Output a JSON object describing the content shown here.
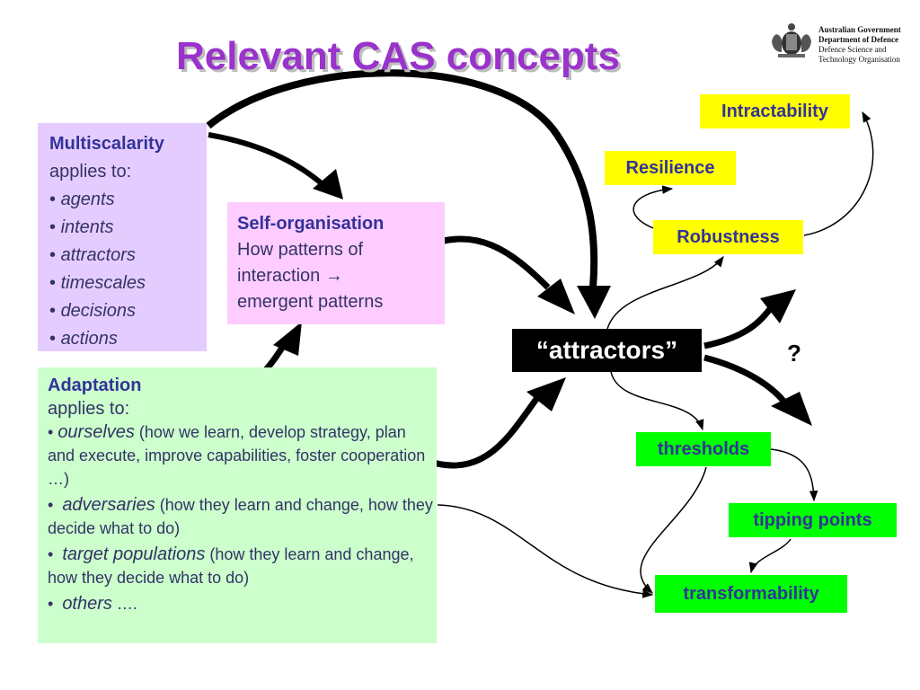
{
  "title": "Relevant CAS concepts",
  "logo": {
    "line1": "Australian Government",
    "line2": "Department of Defence",
    "line3": "Defence Science and",
    "line4": "Technology Organisation",
    "icon": "coat-of-arms-crest"
  },
  "multiscalarity": {
    "heading": "Multiscalarity",
    "applies": "applies to:",
    "items": [
      "agents",
      "intents",
      "attractors",
      "timescales",
      "decisions",
      "actions"
    ]
  },
  "self_organisation": {
    "heading": "Self-organisation",
    "line1": "How patterns of",
    "line2": "interaction →",
    "line3": "emergent patterns"
  },
  "adaptation": {
    "heading": "Adaptation",
    "applies": "applies to:",
    "item1_term": "ourselves",
    "item1_desc": " (how we learn, develop strategy, plan and execute, improve capabilities, foster cooperation …)",
    "item2_term": "adversaries",
    "item2_desc": " (how they learn and change, how they decide what to do)",
    "item3_term": "target populations",
    "item3_desc": " (how they learn and change, how they decide what to do)",
    "item4_term": "others",
    "item4_desc": " …."
  },
  "attractors": "“attractors”",
  "question": "?",
  "concepts": {
    "intractability": "Intractability",
    "resilience": "Resilience",
    "robustness": "Robustness",
    "thresholds": "thresholds",
    "tipping_points": "tipping points",
    "transformability": "transformability"
  },
  "colors": {
    "title": "#9933cc",
    "multiscalarity_bg": "#e5ccff",
    "self_organisation_bg": "#ffccff",
    "adaptation_bg": "#ccffcc",
    "yellow_tag": "#ffff00",
    "green_tag": "#00ff00",
    "text": "#333399"
  }
}
